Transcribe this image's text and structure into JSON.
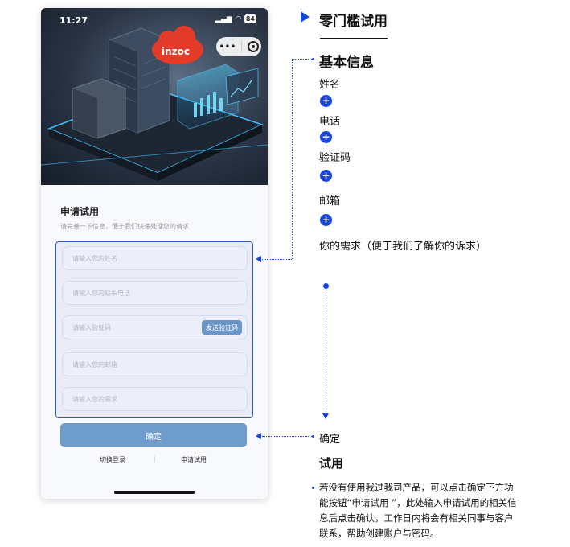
{
  "status_bar": {
    "time": "11:27",
    "battery": "84"
  },
  "hero": {
    "logo_text": "inzoc"
  },
  "form": {
    "title": "申请试用",
    "subtitle": "请完善一下信息，便于我们快速处理您的请求",
    "fields": {
      "name_placeholder": "请输入您的姓名",
      "phone_placeholder": "请输入您的联系电话",
      "code_placeholder": "请输入验证码",
      "email_placeholder": "请输入您的邮箱",
      "need_placeholder": "请输入您的需求"
    },
    "send_code_label": "发送验证码",
    "confirm_label": "确定",
    "switch_login_label": "切换登录",
    "separator": "|",
    "apply_trial_label": "申请试用"
  },
  "annotations": {
    "title": "零门槛试用",
    "basic_info_title": "基本信息",
    "name_label": "姓名",
    "phone_label": "电话",
    "code_label": "验证码",
    "email_label": "邮箱",
    "need_label": "你的需求（便于我们了解你的诉求）",
    "plus_symbol": "+",
    "confirm_label": "确定",
    "trial_title": "试用",
    "description": "若没有使用我过我司产品，可以点击确定下方功能按钮“申请试用 ”，此处输入申请试用的相关信息后点击确认，工作日内将会有相关同事与客户联系，帮助创建账户与密码。"
  },
  "colors": {
    "accent": "#1747e0",
    "confirm_button": "#6d9ccd",
    "field_box_border": "#2a5ec5"
  }
}
